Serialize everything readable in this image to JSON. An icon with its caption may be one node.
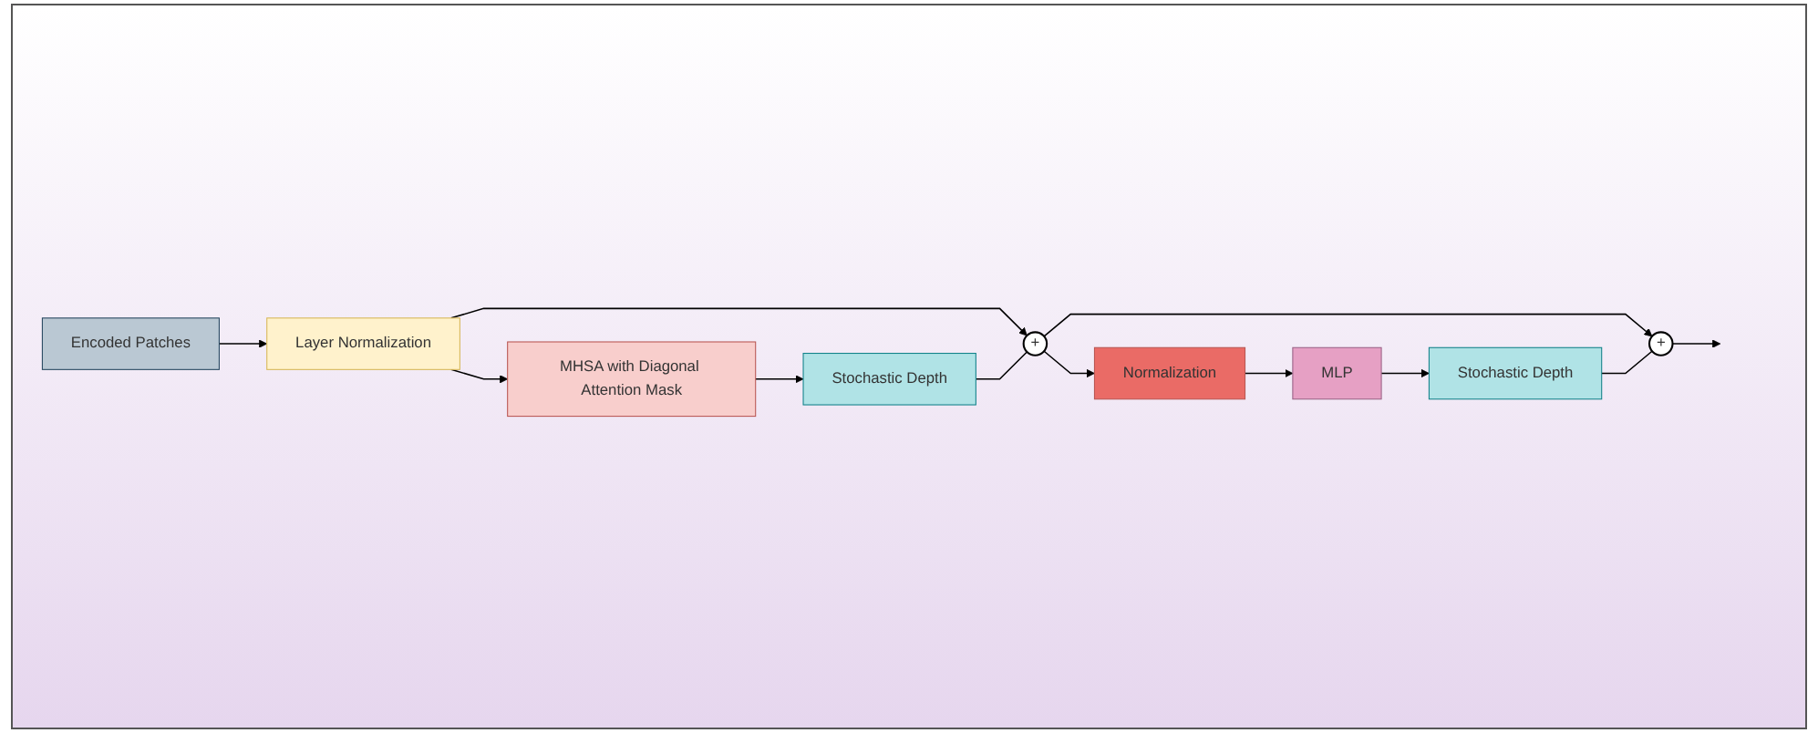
{
  "diagram": {
    "nodes": [
      {
        "text": [
          "Encoded Patches"
        ]
      },
      {
        "text": [
          "Layer Normalization"
        ]
      },
      {
        "text": [
          "MHSA with Diagonal Attention Mask"
        ]
      },
      {
        "text": [
          "Stochastic Depth"
        ]
      },
      {
        "text": [
          "+"
        ]
      },
      {
        "text": [
          "Normalization"
        ]
      },
      {
        "text": [
          "MLP"
        ]
      },
      {
        "text": [
          "Stochastic Depth"
        ]
      },
      {
        "text": [
          "+"
        ]
      }
    ],
    "edges": [
      {
        "from": 0,
        "to": 1,
        "arrow": "to"
      },
      {
        "from": 1,
        "to": 2,
        "arrow": "to"
      },
      {
        "from": 1,
        "to": 4,
        "arrow": "to"
      },
      {
        "from": 2,
        "to": 3,
        "arrow": "to"
      },
      {
        "from": 3,
        "to": 4,
        "arrow": "none"
      },
      {
        "from": 4,
        "to": 5,
        "arrow": "to"
      },
      {
        "from": 4,
        "to": 8,
        "arrow": "to"
      },
      {
        "from": 5,
        "to": 6,
        "arrow": "to"
      },
      {
        "from": 6,
        "to": 7,
        "arrow": "to"
      },
      {
        "from": 7,
        "to": 8,
        "arrow": "none"
      },
      {
        "from": 8,
        "to": null,
        "arrow": "to"
      }
    ]
  }
}
